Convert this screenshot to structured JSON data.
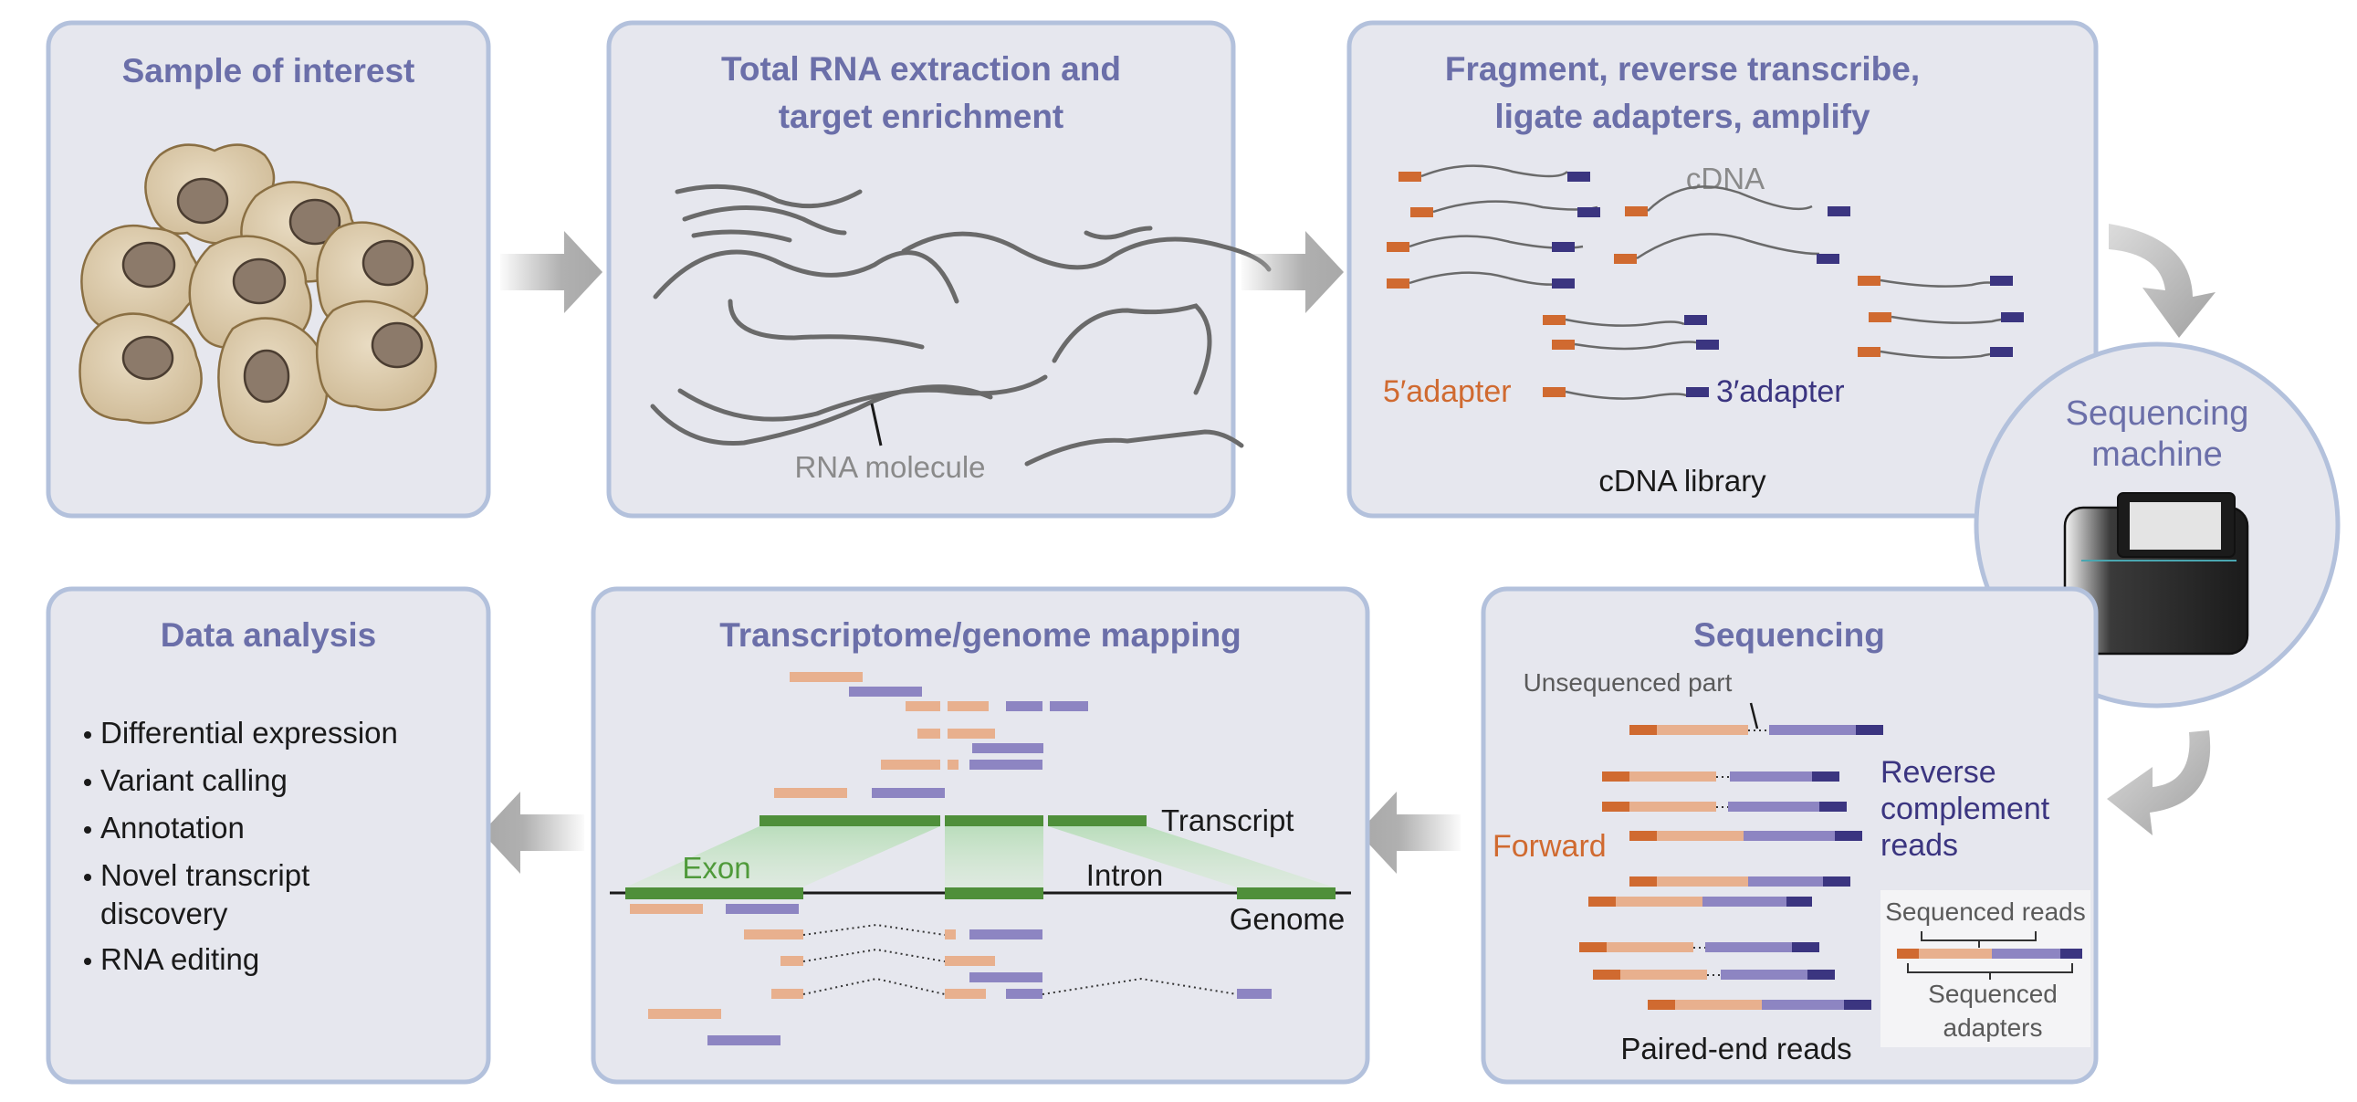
{
  "panels": {
    "sample": {
      "title": "Sample of interest"
    },
    "extraction": {
      "title_line1": "Total RNA extraction and",
      "title_line2": "target enrichment",
      "rna_label": "RNA molecule"
    },
    "library": {
      "title_line1": "Fragment, reverse transcribe,",
      "title_line2": "ligate adapters, amplify",
      "cdna_label": "cDNA",
      "five_prime": "5′adapter",
      "three_prime": "3′adapter",
      "library_label": "cDNA library"
    },
    "machine": {
      "title_line1": "Sequencing",
      "title_line2": "machine"
    },
    "sequencing": {
      "title": "Sequencing",
      "unsequenced": "Unsequenced part",
      "forward": "Forward",
      "reverse_line1": "Reverse",
      "reverse_line2": "complement",
      "reverse_line3": "reads",
      "paired_end": "Paired-end reads",
      "sequenced_reads": "Sequenced reads",
      "sequenced_adapters_line1": "Sequenced",
      "sequenced_adapters_line2": "adapters"
    },
    "mapping": {
      "title": "Transcriptome/genome mapping",
      "transcript": "Transcript",
      "exon": "Exon",
      "intron": "Intron",
      "genome": "Genome"
    },
    "analysis": {
      "title": "Data analysis",
      "bullets": [
        "Differential expression",
        "Variant calling",
        "Annotation",
        "Novel transcript",
        "discovery",
        "RNA editing"
      ]
    }
  },
  "colors": {
    "panel_fill": "#e6e7ee",
    "panel_stroke": "#b3c1dc",
    "title": "#6b6fa9",
    "adapter_5": "#d06a30",
    "adapter_3": "#3b3580",
    "read_forward": "#e8b08e",
    "read_reverse": "#8d85c2",
    "exon": "#4f8f3a",
    "arrow": "#b0b0b0"
  }
}
